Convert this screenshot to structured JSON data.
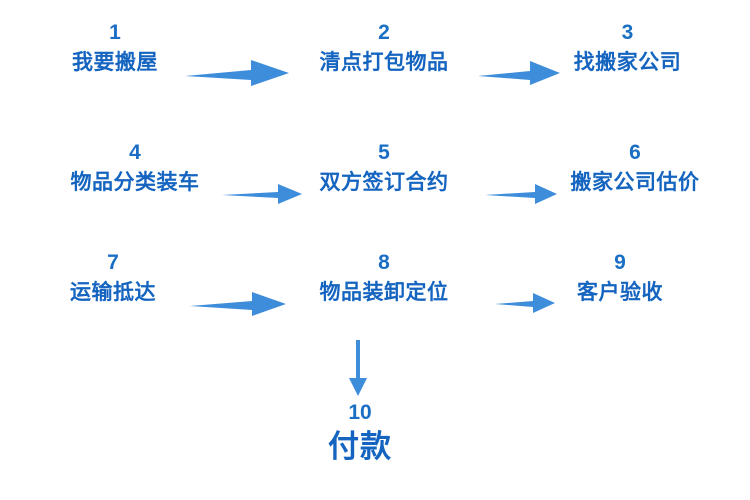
{
  "diagram": {
    "title_text": "",
    "colors": {
      "background": "#ffffff",
      "label_blue": "#1565c0",
      "number_blue": "#1a6fc4",
      "arrow_blue": "#3d8ddb"
    },
    "steps": [
      {
        "number": "1",
        "label": "我要搬屋"
      },
      {
        "number": "2",
        "label": "清点打包物品"
      },
      {
        "number": "3",
        "label": "找搬家公司"
      },
      {
        "number": "4",
        "label": "物品分类装车"
      },
      {
        "number": "5",
        "label": "双方签订合约"
      },
      {
        "number": "6",
        "label": "搬家公司估价"
      },
      {
        "number": "7",
        "label": "运输抵达"
      },
      {
        "number": "8",
        "label": "物品装卸定位"
      },
      {
        "number": "9",
        "label": "客户验收"
      },
      {
        "number": "10",
        "label": "付款"
      }
    ],
    "connectors": [
      {
        "from": "1",
        "to": "2",
        "direction": "right"
      },
      {
        "from": "2",
        "to": "3",
        "direction": "right"
      },
      {
        "from": "4",
        "to": "5",
        "direction": "right"
      },
      {
        "from": "5",
        "to": "6",
        "direction": "right"
      },
      {
        "from": "7",
        "to": "8",
        "direction": "right"
      },
      {
        "from": "8",
        "to": "9",
        "direction": "right"
      },
      {
        "from": "8",
        "to": "10",
        "direction": "down"
      }
    ]
  }
}
